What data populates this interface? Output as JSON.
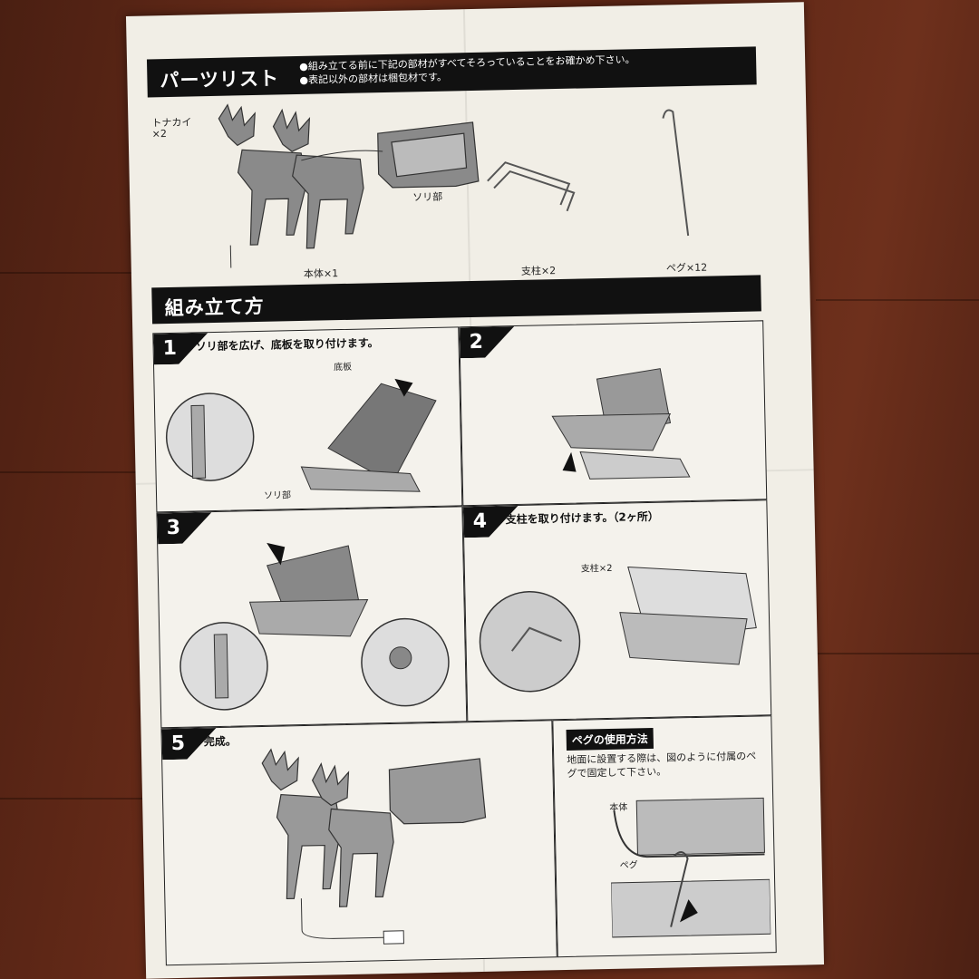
{
  "parts": {
    "title": "パーツリスト",
    "notes": [
      "●組み立てる前に下記の部材がすべてそろっていることをお確かめ下さい。",
      "●表記以外の部材は梱包材です。"
    ],
    "reindeer_label": "トナカイ",
    "reindeer_qty": "×2",
    "sleigh_label": "ソリ部",
    "body_caption": "本体×1",
    "post_caption": "支柱×2",
    "peg_caption": "ペグ×12"
  },
  "assembly": {
    "title": "組み立て方",
    "steps": [
      {
        "num": "1",
        "text": "ソリ部を広げ、底板を取り付けます。",
        "labels": [
          "底板",
          "ソリ部"
        ]
      },
      {
        "num": "2",
        "text": ""
      },
      {
        "num": "3",
        "text": ""
      },
      {
        "num": "4",
        "text": "支柱を取り付けます。（2ヶ所）",
        "labels": [
          "支柱×2"
        ]
      },
      {
        "num": "5",
        "text": "完成。"
      }
    ]
  },
  "peg_usage": {
    "title": "ペグの使用方法",
    "description": "地面に設置する際は、図のように付属のペグで固定して下さい。",
    "labels": [
      "本体",
      "ペグ"
    ]
  },
  "colors": {
    "sheet": "#f1eee6",
    "ink": "#111111",
    "wood": "#5a2414"
  }
}
